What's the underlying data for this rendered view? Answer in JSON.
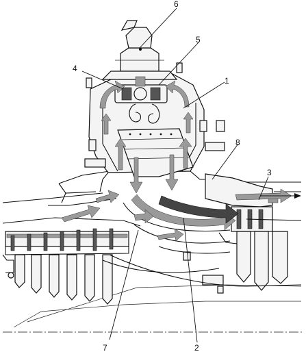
{
  "labels": {
    "l1": "1",
    "l2": "2",
    "l3": "3",
    "l4": "4",
    "l5": "5",
    "l6": "6",
    "l7": "7",
    "l8": "8"
  },
  "colors": {
    "line": "#111111",
    "flow_arrow": "#8c8c8c",
    "flow_arrow_dark": "#444444",
    "background": "#ffffff"
  }
}
